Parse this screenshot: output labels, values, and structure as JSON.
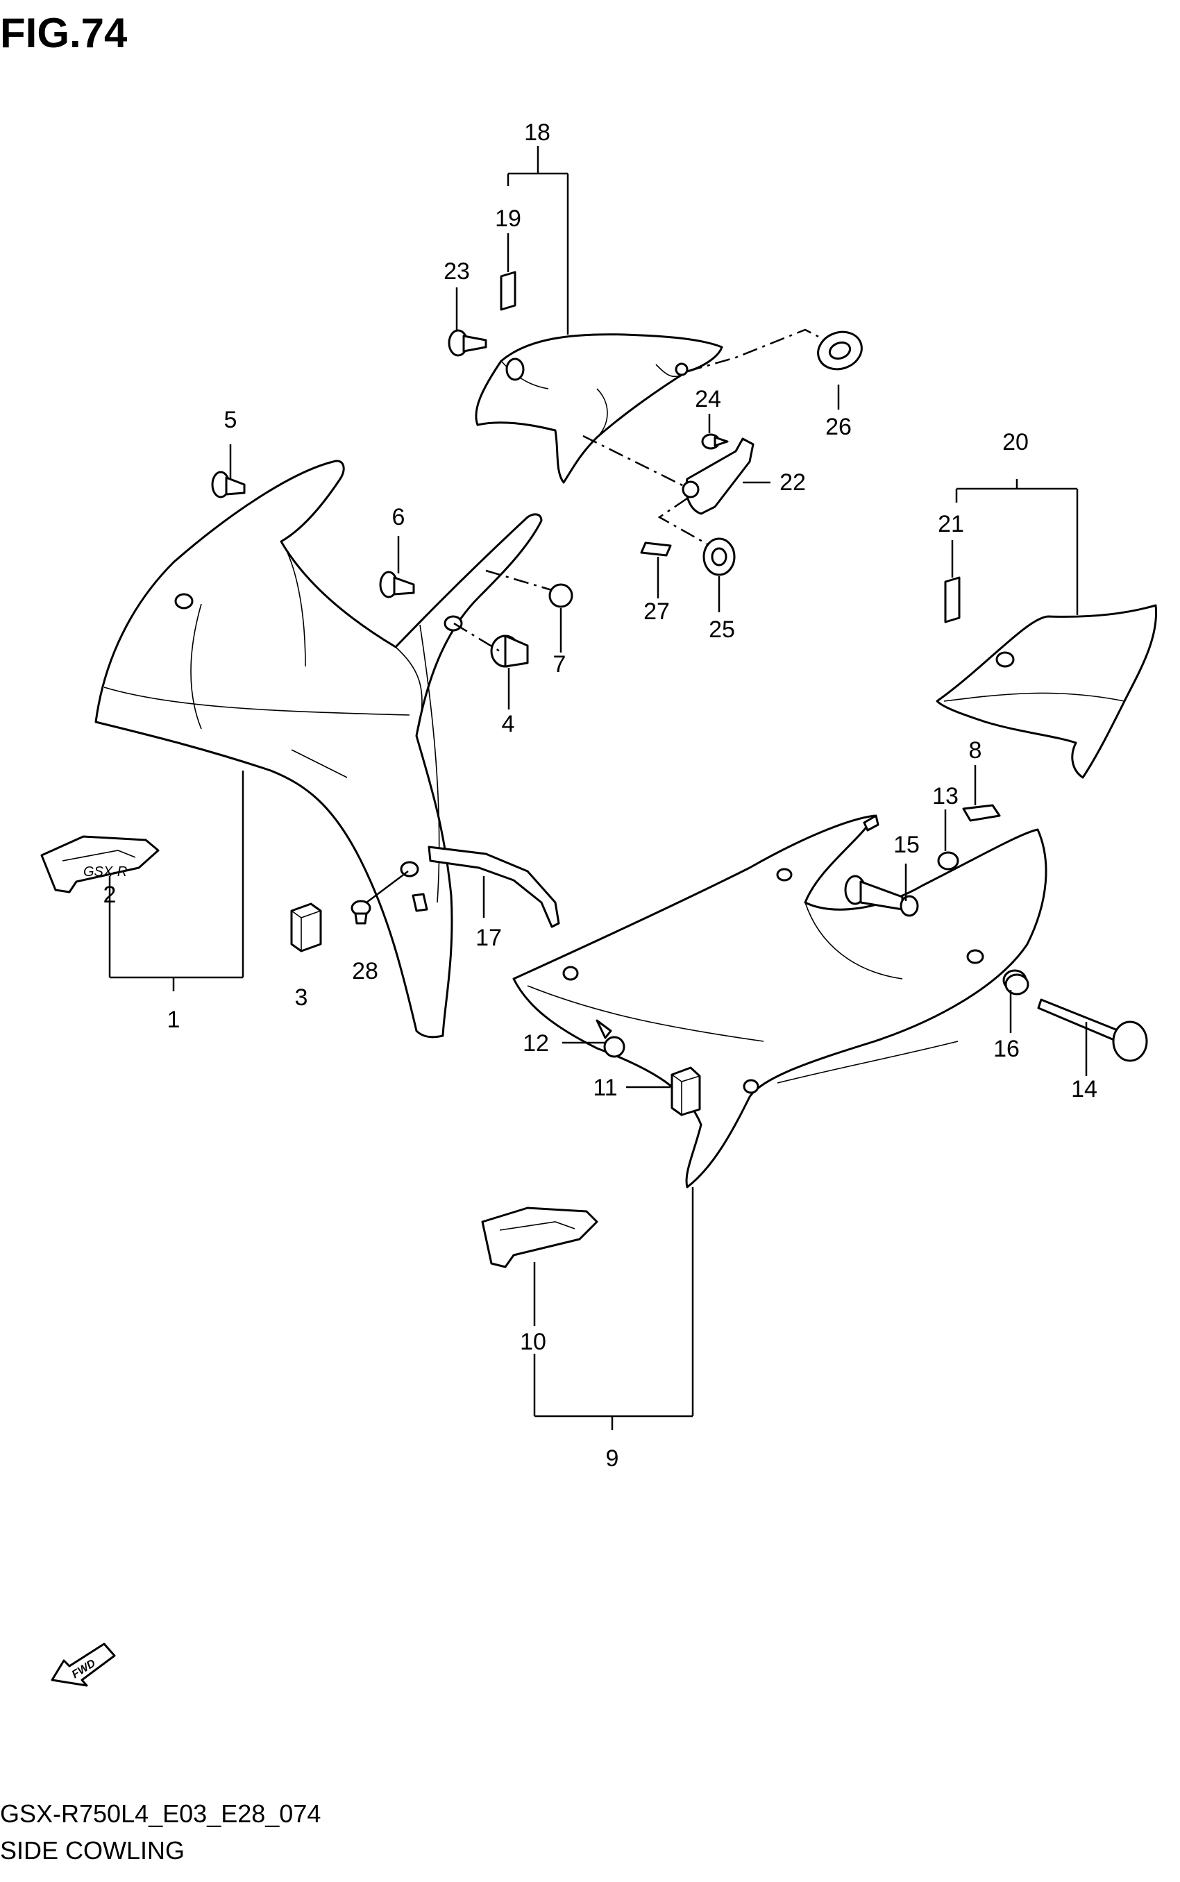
{
  "figure": {
    "title": "FIG.74",
    "model_code": "GSX-R750L4_E03_E28_074",
    "section_name": "SIDE COWLING",
    "fwd_label": "FWD",
    "decal_text": "GSX-R"
  },
  "callouts": {
    "c1": "1",
    "c2": "2",
    "c3": "3",
    "c4": "4",
    "c5": "5",
    "c6": "6",
    "c7": "7",
    "c8": "8",
    "c9": "9",
    "c10": "10",
    "c11": "11",
    "c12": "12",
    "c13": "13",
    "c14": "14",
    "c15": "15",
    "c16": "16",
    "c17": "17",
    "c18": "18",
    "c19": "19",
    "c20": "20",
    "c21": "21",
    "c22": "22",
    "c23": "23",
    "c24": "24",
    "c25": "25",
    "c26": "26",
    "c27": "27",
    "c28": "28"
  },
  "colors": {
    "ink": "#000000",
    "paper": "#ffffff"
  }
}
